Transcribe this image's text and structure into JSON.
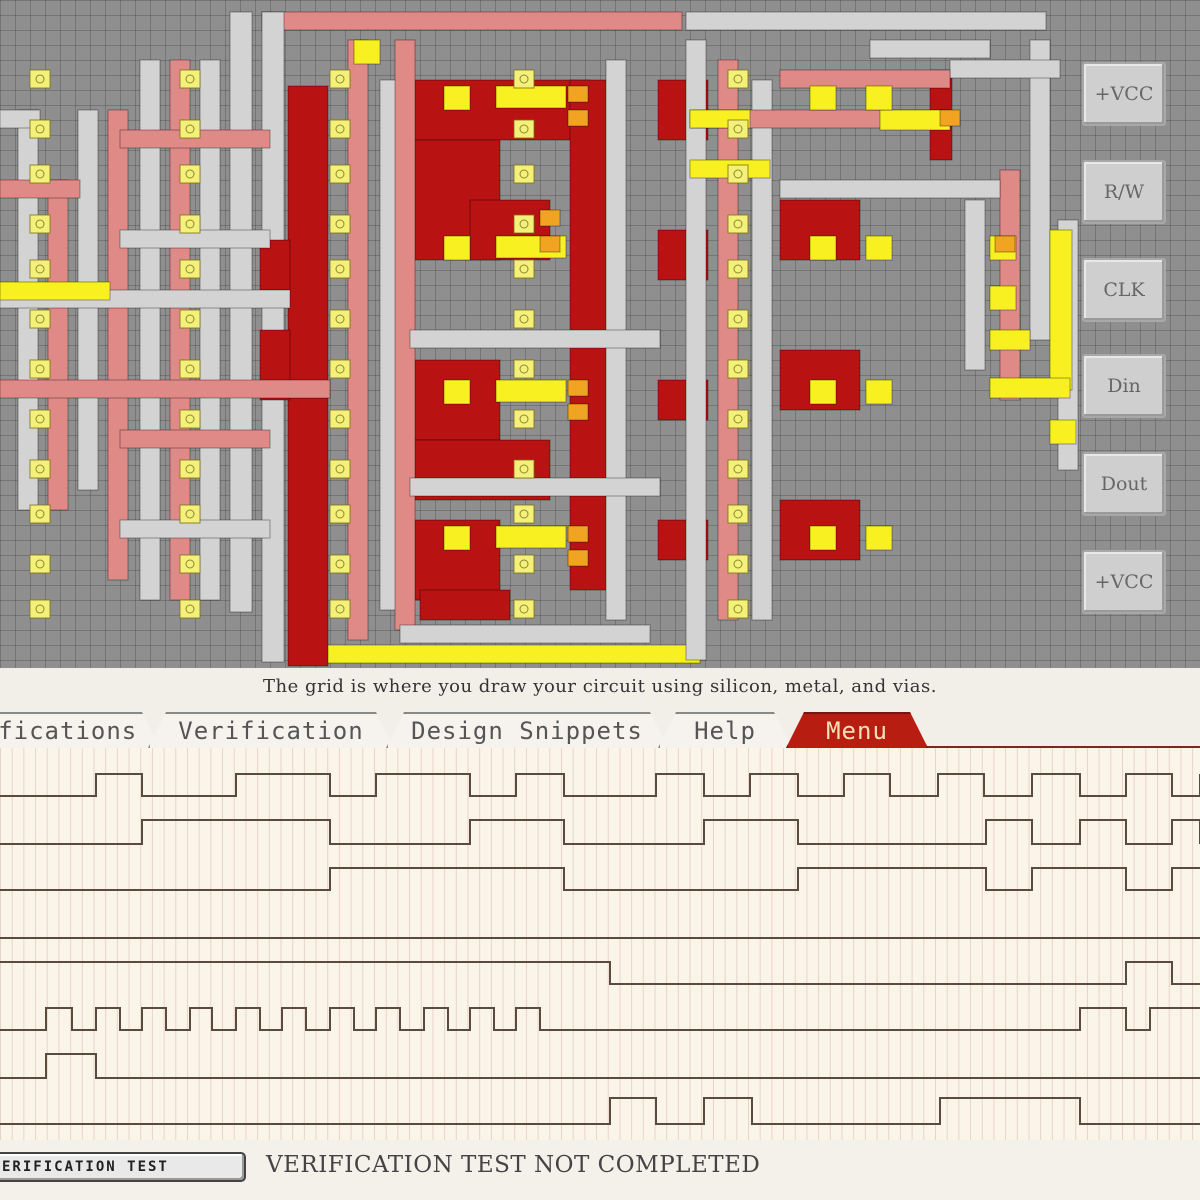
{
  "pins": [
    {
      "id": "vcc-top",
      "label": "+VCC"
    },
    {
      "id": "rw",
      "label": "R/W"
    },
    {
      "id": "clk",
      "label": "CLK"
    },
    {
      "id": "din",
      "label": "Din"
    },
    {
      "id": "dout",
      "label": "Dout"
    },
    {
      "id": "vcc-bottom",
      "label": "+VCC"
    }
  ],
  "grid_caption": "The grid is where you draw your circuit using silicon, metal, and vias.",
  "tabs": [
    {
      "label": "ifications",
      "active": false
    },
    {
      "label": "Verification",
      "active": false
    },
    {
      "label": "Design Snippets",
      "active": false
    },
    {
      "label": "Help",
      "active": false
    },
    {
      "label": "Menu",
      "active": true
    }
  ],
  "verification_button_label": "ERIFICATION TEST",
  "verification_status": "VERIFICATION TEST NOT COMPLETED",
  "colors": {
    "grid_bg": "#8f8f8f",
    "metal": "#d3d3d3",
    "n_silicon": "#e08a88",
    "p_silicon": "#b81212",
    "gate": "#f8f020",
    "via": "#f4f07a",
    "waveform_line": "#5a4b40",
    "tab_active": "#b81d12"
  }
}
